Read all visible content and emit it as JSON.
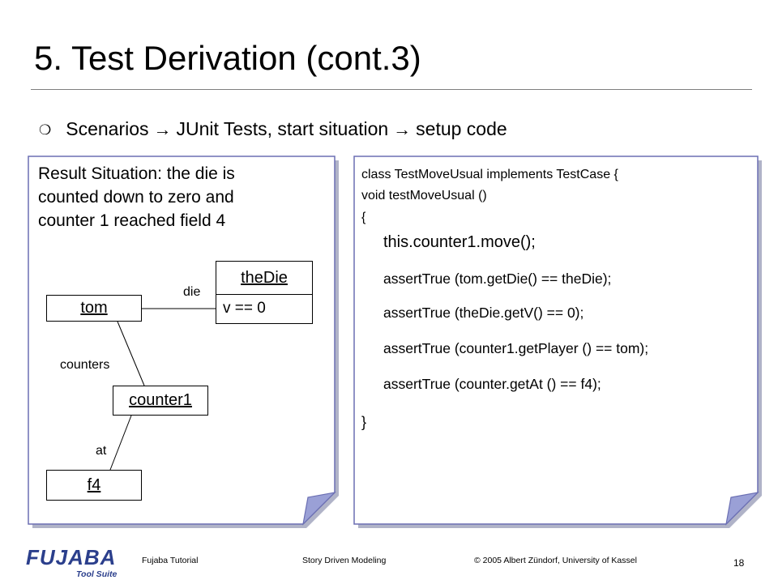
{
  "slide": {
    "title": "5. Test Derivation (cont.3)",
    "bullet": {
      "part1": "Scenarios",
      "arrow": "→",
      "part2": "JUnit Tests, start situation",
      "part3": "setup code"
    }
  },
  "left_note": {
    "text_line1": "Result Situation: the die is",
    "text_line2": "counted down to zero and",
    "text_line3": "counter 1 reached field 4",
    "diagram": {
      "objects": {
        "tom": "tom",
        "theDie": "theDie",
        "theDie_attr": "v == 0",
        "counter1": "counter1",
        "f4": "f4"
      },
      "links": {
        "die": "die",
        "counters": "counters",
        "at": "at"
      }
    }
  },
  "right_note": {
    "line1": "class TestMoveUsual implements TestCase {",
    "line2": "void testMoveUsual ()",
    "line3": "{",
    "line4": "this.counter1.move();",
    "line5": "assertTrue (tom.getDie() == theDie);",
    "line6": "assertTrue (theDie.getV() == 0);",
    "line7": "assertTrue (counter1.getPlayer () == tom);",
    "line8": "assertTrue (counter.getAt () == f4);",
    "line9": "}"
  },
  "footer": {
    "logo_text": "FUJABA",
    "logo_subtitle": "Tool Suite",
    "left": "Fujaba Tutorial",
    "center": "Story Driven Modeling",
    "right": "© 2005 Albert Zündorf, University of Kassel",
    "page": "18"
  },
  "colors": {
    "note_border": "#6b6fb3",
    "note_fold": "#9aa0d6",
    "rule": "#7f7f7f",
    "logo_blue": "#2b3f8c"
  }
}
